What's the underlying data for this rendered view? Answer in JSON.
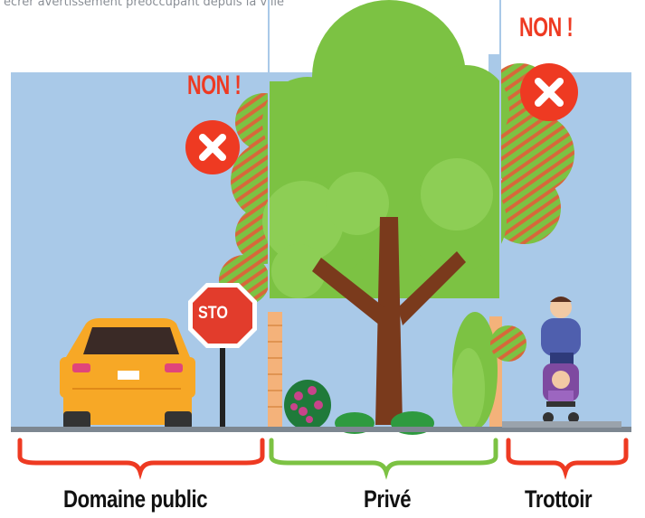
{
  "top_caption": "ecrer avertissement préoccupant depuis la ville",
  "warnings": [
    "NON !",
    "NON !"
  ],
  "stop_sign_text": "STO",
  "zones": {
    "public": "Domaine public",
    "private": "Privé",
    "sidewalk": "Trottoir"
  },
  "colors": {
    "sky": "#a9c9e8",
    "public_bracket": "#ee3a22",
    "private_bracket": "#7cc243",
    "sidewalk_bracket": "#ee3a22",
    "ground": "#7d8791",
    "tree_green": "#7cc243",
    "trunk": "#7a3a1c",
    "hatch_orange": "#d7683a",
    "car": "#f7a826"
  }
}
